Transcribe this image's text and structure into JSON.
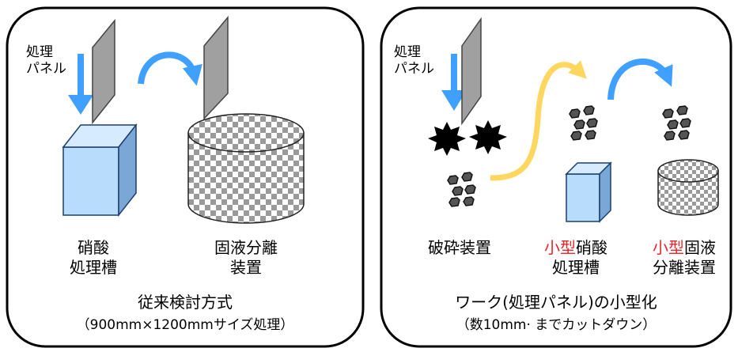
{
  "left_panel": {
    "arrow_label": [
      "処理",
      "パネル"
    ],
    "tank_label": [
      "硝酸",
      "処理槽"
    ],
    "separator_label": [
      "固液分離",
      "装置"
    ],
    "method_title": "従来検討方式",
    "method_note": "（900mm×1200mmサイズ処理）",
    "tank_color": "#b8dcfb",
    "arrow_color": "#3fa0ff"
  },
  "right_panel": {
    "arrow_label": [
      "処理",
      "パネル"
    ],
    "crusher_label": "破砕装置",
    "tank_label": {
      "prefix": "小型",
      "rest": "硝酸",
      "line2": "処理槽"
    },
    "separator_label": {
      "prefix": "小型",
      "rest": "固液",
      "line2": "分離装置"
    },
    "method_title": "ワーク(処理パネル)の小型化",
    "method_note": "（数10mm· までカットダウン）",
    "yellow_arrow_color": "#ffd760",
    "blue_arrow_color": "#3fa0ff",
    "highlight_color": "#e8262b"
  }
}
